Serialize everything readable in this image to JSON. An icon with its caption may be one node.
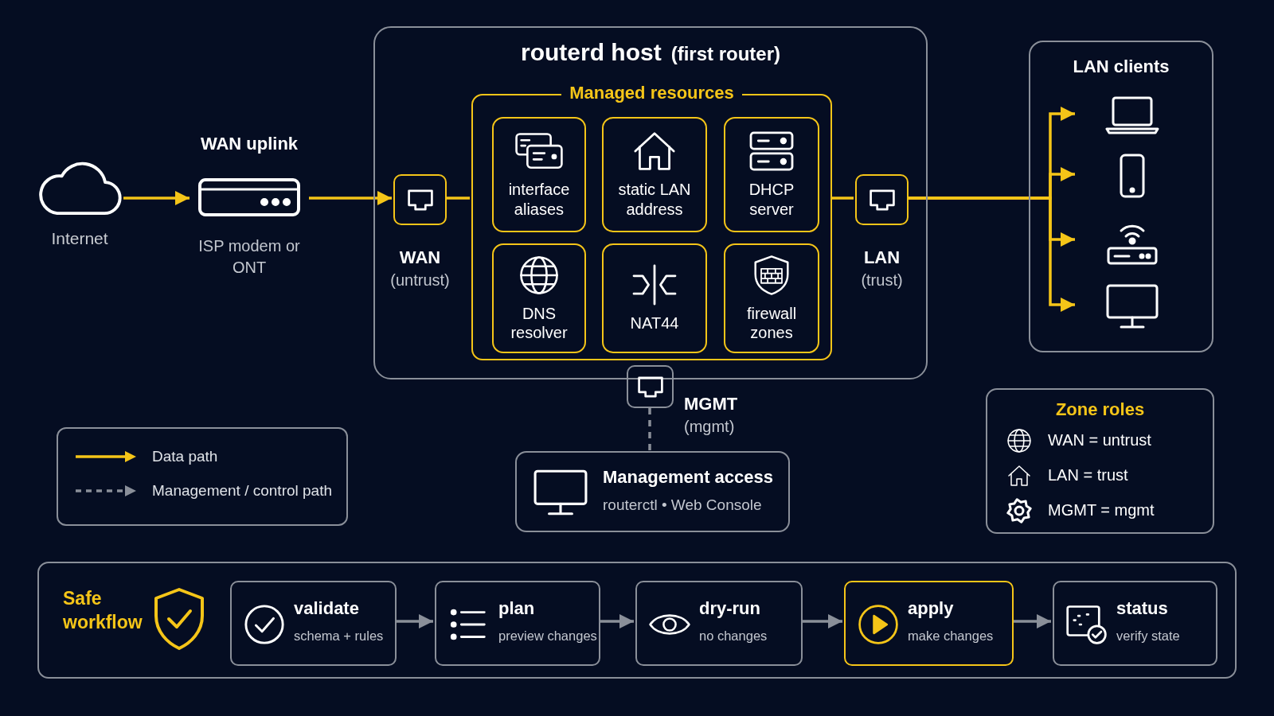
{
  "diagram": {
    "nodes": [
      {
        "text": [
          "Internet"
        ]
      },
      {
        "text": [
          "WAN uplink",
          "ISP modem or ONT"
        ]
      },
      {
        "text": [
          "routerd host",
          "(first router)"
        ]
      },
      {
        "text": [
          "Managed resources"
        ],
        "in": 2
      },
      {
        "text": [
          "interface aliases"
        ],
        "in": 3
      },
      {
        "text": [
          "static LAN address"
        ],
        "in": 3
      },
      {
        "text": [
          "DHCP server"
        ],
        "in": 3
      },
      {
        "text": [
          "DNS resolver"
        ],
        "in": 3
      },
      {
        "text": [
          "NAT44"
        ],
        "in": 3
      },
      {
        "text": [
          "firewall zones"
        ],
        "in": 3
      },
      {
        "text": [],
        "shape": "box",
        "beside": [
          "WAN",
          "(untrust)"
        ],
        "in": 2
      },
      {
        "text": [],
        "shape": "box",
        "beside": [
          "LAN",
          "(trust)"
        ],
        "in": 2
      },
      {
        "text": [
          "LAN clients"
        ]
      },
      {
        "text": [],
        "shape": "laptop",
        "in": 12
      },
      {
        "text": [],
        "shape": "phone",
        "in": 12
      },
      {
        "text": [],
        "shape": "router",
        "in": 12
      },
      {
        "text": [],
        "shape": "monitor",
        "in": 12
      },
      {
        "text": [],
        "shape": "box",
        "beside": [
          "MGMT",
          "(mgmt)"
        ]
      },
      {
        "text": [
          "Management access",
          "routerctl • Web Console"
        ]
      },
      {
        "text": [
          "Zone roles",
          "WAN = untrust",
          "LAN = trust",
          "MGMT = mgmt"
        ]
      },
      {
        "text": [
          "Safe workflow"
        ]
      },
      {
        "text": [
          "validate",
          "schema + rules"
        ],
        "in": 20
      },
      {
        "text": [
          "plan",
          "preview changes"
        ],
        "in": 20
      },
      {
        "text": [
          "dry-run",
          "no changes"
        ],
        "in": 20
      },
      {
        "text": [
          "apply",
          "make changes"
        ],
        "in": 20
      },
      {
        "text": [
          "status",
          "verify state"
        ],
        "in": 20
      }
    ],
    "edges": [
      {
        "from": 0,
        "to": 1,
        "arrow": "to"
      },
      {
        "from": 1,
        "to": 10,
        "arrow": "to"
      },
      {
        "from": 10,
        "to": 3,
        "arrow": "none"
      },
      {
        "from": 3,
        "to": 11,
        "arrow": "none"
      },
      {
        "from": 11,
        "to": 13,
        "arrow": "to"
      },
      {
        "from": 11,
        "to": 14,
        "arrow": "to"
      },
      {
        "from": 11,
        "to": 15,
        "arrow": "to"
      },
      {
        "from": 11,
        "to": 16,
        "arrow": "to"
      },
      {
        "from": 17,
        "to": 18,
        "arrow": "none",
        "style": "dashed",
        "color": "#8a8f99"
      },
      {
        "from": 21,
        "to": 22,
        "arrow": "to",
        "color": "#8a8f99"
      },
      {
        "from": 22,
        "to": 23,
        "arrow": "to",
        "color": "#8a8f99"
      },
      {
        "from": 23,
        "to": 24,
        "arrow": "to",
        "color": "#8a8f99"
      },
      {
        "from": 24,
        "to": 25,
        "arrow": "to",
        "color": "#8a8f99"
      }
    ],
    "legend": [
      {
        "text": "Data path"
      },
      {
        "text": "Management / control path"
      }
    ]
  }
}
